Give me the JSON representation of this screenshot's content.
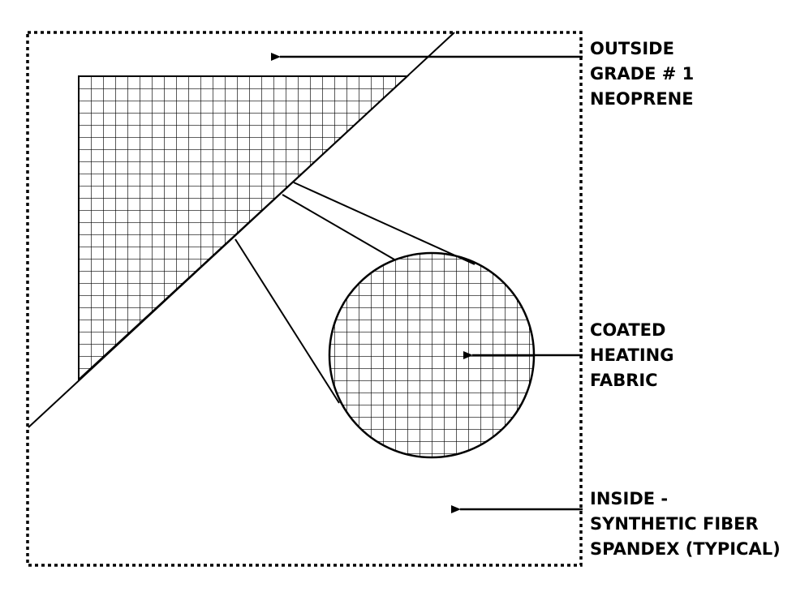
{
  "labels": {
    "outside": [
      "OUTSIDE",
      "GRADE # 1",
      "NEOPRENE"
    ],
    "coated": [
      "COATED",
      "HEATING",
      "FABRIC"
    ],
    "inside": [
      "INSIDE -",
      "SYNTHETIC FIBER",
      "SPANDEX (TYPICAL)"
    ]
  },
  "colors": {
    "ink": "#000000",
    "background": "#ffffff"
  }
}
